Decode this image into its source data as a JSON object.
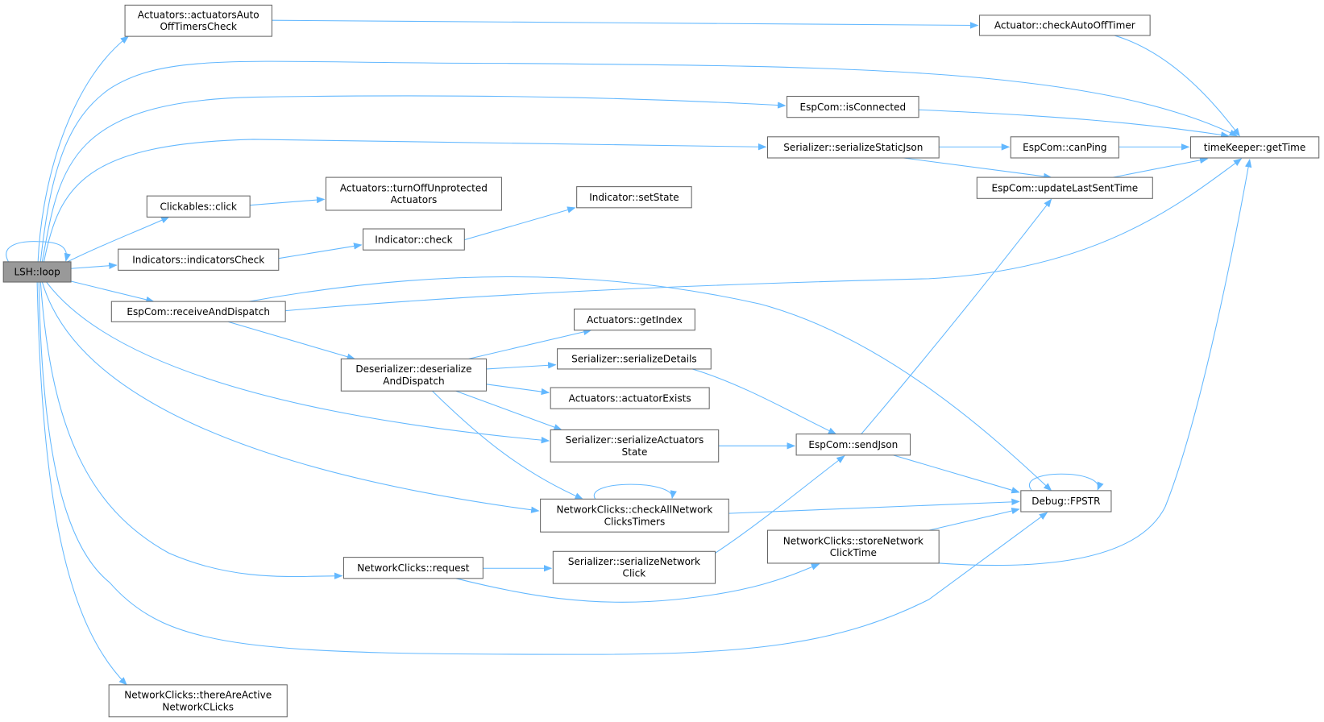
{
  "diagram": {
    "type": "call-graph",
    "root": "loop",
    "nodes": [
      {
        "id": "loop",
        "lines": [
          "LSH::loop"
        ]
      },
      {
        "id": "autoOff",
        "lines": [
          "Actuators::actuatorsAuto",
          "OffTimersCheck"
        ]
      },
      {
        "id": "checkAutoOffTimer",
        "lines": [
          "Actuator::checkAutoOffTimer"
        ]
      },
      {
        "id": "getTime",
        "lines": [
          "timeKeeper::getTime"
        ]
      },
      {
        "id": "isConnected",
        "lines": [
          "EspCom::isConnected"
        ]
      },
      {
        "id": "serializeStaticJson",
        "lines": [
          "Serializer::serializeStaticJson"
        ]
      },
      {
        "id": "canPing",
        "lines": [
          "EspCom::canPing"
        ]
      },
      {
        "id": "updateLastSentTime",
        "lines": [
          "EspCom::updateLastSentTime"
        ]
      },
      {
        "id": "click",
        "lines": [
          "Clickables::click"
        ]
      },
      {
        "id": "turnOff",
        "lines": [
          "Actuators::turnOffUnprotected",
          "Actuators"
        ]
      },
      {
        "id": "setState",
        "lines": [
          "Indicator::setState"
        ]
      },
      {
        "id": "check",
        "lines": [
          "Indicator::check"
        ]
      },
      {
        "id": "indicatorsCheck",
        "lines": [
          "Indicators::indicatorsCheck"
        ]
      },
      {
        "id": "receiveAndDispatch",
        "lines": [
          "EspCom::receiveAndDispatch"
        ]
      },
      {
        "id": "getIndex",
        "lines": [
          "Actuators::getIndex"
        ]
      },
      {
        "id": "deserialize",
        "lines": [
          "Deserializer::deserialize",
          "AndDispatch"
        ]
      },
      {
        "id": "serializeDetails",
        "lines": [
          "Serializer::serializeDetails"
        ]
      },
      {
        "id": "actuatorExists",
        "lines": [
          "Actuators::actuatorExists"
        ]
      },
      {
        "id": "serializeActuatorsState",
        "lines": [
          "Serializer::serializeActuators",
          "State"
        ]
      },
      {
        "id": "sendJson",
        "lines": [
          "EspCom::sendJson"
        ]
      },
      {
        "id": "checkAllNetwork",
        "lines": [
          "NetworkClicks::checkAllNetwork",
          "ClicksTimers"
        ]
      },
      {
        "id": "fpstr",
        "lines": [
          "Debug::FPSTR"
        ]
      },
      {
        "id": "storeNetwork",
        "lines": [
          "NetworkClicks::storeNetwork",
          "ClickTime"
        ]
      },
      {
        "id": "request",
        "lines": [
          "NetworkClicks::request"
        ]
      },
      {
        "id": "serializeNetworkClick",
        "lines": [
          "Serializer::serializeNetwork",
          "Click"
        ]
      },
      {
        "id": "thereAreActive",
        "lines": [
          "NetworkClicks::thereAreActive",
          "NetworkCLicks"
        ]
      }
    ],
    "edges": [
      [
        "loop",
        "loop"
      ],
      [
        "loop",
        "autoOff"
      ],
      [
        "loop",
        "getTime"
      ],
      [
        "loop",
        "isConnected"
      ],
      [
        "loop",
        "serializeStaticJson"
      ],
      [
        "loop",
        "click"
      ],
      [
        "loop",
        "indicatorsCheck"
      ],
      [
        "loop",
        "receiveAndDispatch"
      ],
      [
        "loop",
        "serializeActuatorsState"
      ],
      [
        "loop",
        "checkAllNetwork"
      ],
      [
        "loop",
        "request"
      ],
      [
        "loop",
        "fpstr"
      ],
      [
        "loop",
        "thereAreActive"
      ],
      [
        "autoOff",
        "checkAutoOffTimer"
      ],
      [
        "checkAutoOffTimer",
        "getTime"
      ],
      [
        "isConnected",
        "getTime"
      ],
      [
        "serializeStaticJson",
        "canPing"
      ],
      [
        "serializeStaticJson",
        "updateLastSentTime"
      ],
      [
        "canPing",
        "getTime"
      ],
      [
        "updateLastSentTime",
        "getTime"
      ],
      [
        "click",
        "turnOff"
      ],
      [
        "indicatorsCheck",
        "check"
      ],
      [
        "check",
        "setState"
      ],
      [
        "receiveAndDispatch",
        "getTime"
      ],
      [
        "receiveAndDispatch",
        "fpstr"
      ],
      [
        "receiveAndDispatch",
        "deserialize"
      ],
      [
        "deserialize",
        "getIndex"
      ],
      [
        "deserialize",
        "serializeDetails"
      ],
      [
        "deserialize",
        "actuatorExists"
      ],
      [
        "deserialize",
        "serializeActuatorsState"
      ],
      [
        "deserialize",
        "checkAllNetwork"
      ],
      [
        "serializeDetails",
        "sendJson"
      ],
      [
        "serializeActuatorsState",
        "sendJson"
      ],
      [
        "sendJson",
        "updateLastSentTime"
      ],
      [
        "sendJson",
        "fpstr"
      ],
      [
        "checkAllNetwork",
        "checkAllNetwork"
      ],
      [
        "checkAllNetwork",
        "fpstr"
      ],
      [
        "fpstr",
        "fpstr"
      ],
      [
        "storeNetwork",
        "fpstr"
      ],
      [
        "storeNetwork",
        "getTime"
      ],
      [
        "request",
        "serializeNetworkClick"
      ],
      [
        "request",
        "storeNetwork"
      ],
      [
        "serializeNetworkClick",
        "sendJson"
      ]
    ],
    "colors": {
      "edge": "#63b8ff",
      "root_fill": "#999999",
      "node_border": "#666666"
    }
  }
}
